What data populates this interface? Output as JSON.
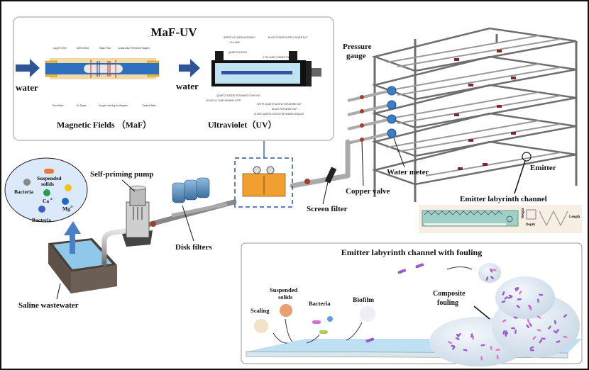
{
  "maf_uv": {
    "title": "MaF-UV",
    "water_in": "water",
    "water_mid": "water",
    "maf_caption": "Magnetic Fields （MaF）",
    "uv_caption": "Ultraviolet（UV）",
    "maf_parts": [
      "Copper Shell",
      "Steel Shield",
      "Water Flow",
      "Cobalt Alloy Permanent Magnet",
      "Raw Water",
      "Air Space",
      "Copper Housing for Magnets",
      "Treated Water"
    ],
    "uv_parts": [
      "WATER I/O UNION ASSEMBLY",
      "UV LAMP",
      "QUARTZ SLEEVE",
      "BLACK POWER SUPPLY SAVER NUT",
      "4 PIN LAMP CONNECTOR",
      "QUARTZ SLEEVE RETAINING COUPLING",
      "CLEAR UV LAMP VIEWING PORT",
      "WHITE QUARTZ SLEEVE RETAINING NUT",
      "BLACK RETAINING NUT",
      "CLEAR QUARTZ SLEEVE RETAINING MODULE"
    ]
  },
  "bubble": {
    "suspended_solids": [
      "Suspended",
      "solids"
    ],
    "bacteria_1": "Bacteria",
    "bacteria_2": "Bacteria",
    "ca": "Ca",
    "ca_charge": "2+",
    "mg": "Mg",
    "mg_charge": "2+"
  },
  "labels": {
    "self_priming_pump": "Self-priming pump",
    "disk_filters": "Disk filters",
    "saline_wastewater": "Saline wastewater",
    "screen_filter": "Screen filter",
    "pressure_gauge": [
      "Pressure",
      "gauge"
    ],
    "water_meter": "Water meter",
    "copper_valve": "Copper valve",
    "emitter": "Emitter",
    "emitter_labyrinth_channel": "Emitter labyrinth channel",
    "height": "Height",
    "depth": "Depth",
    "length": "Length"
  },
  "fouling": {
    "title": "Emitter labyrinth channel with fouling",
    "scaling": "Scaling",
    "suspended_solids": [
      "Suspended",
      "solids"
    ],
    "bacteria": "Bacteria",
    "biofilm": "Biofilm",
    "composite_fouling": [
      "Composite",
      "fouling"
    ]
  },
  "colors": {
    "arrow_blue": "#2f5597",
    "water_blue": "#a9d8ef",
    "pipe_gray": "#b8b8b8",
    "valve_red": "#a0402a",
    "device_orange": "#f0a030",
    "bacteria_purple": "#9b59d0"
  }
}
